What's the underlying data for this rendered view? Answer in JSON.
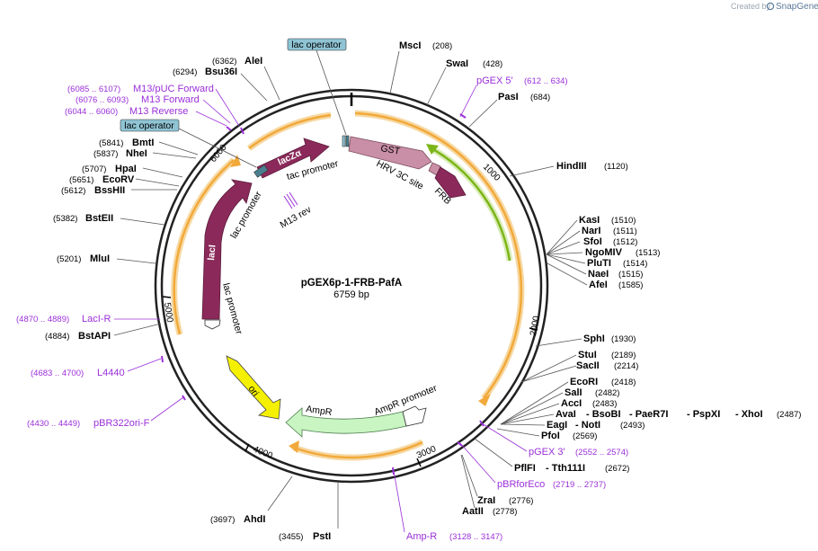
{
  "header": {
    "created_by": "Created by",
    "brand": "SnapGene"
  },
  "plasmid": {
    "name": "pGEX6p-1-FRB-PafA",
    "size": "6759 bp"
  },
  "ticks": [
    "1000",
    "2000",
    "3000",
    "4000",
    "5000",
    "6000"
  ],
  "sites": [
    {
      "name": "MscI",
      "pos": "(208)"
    },
    {
      "name": "SwaI",
      "pos": "(428)"
    },
    {
      "name": "PasI",
      "pos": "(684)"
    },
    {
      "name": "HindIII",
      "pos": "(1120)"
    },
    {
      "name": "KasI",
      "pos": "(1510)"
    },
    {
      "name": "NarI",
      "pos": "(1511)"
    },
    {
      "name": "SfoI",
      "pos": "(1512)"
    },
    {
      "name": "NgoMIV",
      "pos": "(1513)"
    },
    {
      "name": "PluTI",
      "pos": "(1514)"
    },
    {
      "name": "NaeI",
      "pos": "(1515)"
    },
    {
      "name": "AfeI",
      "pos": "(1585)"
    },
    {
      "name": "SphI",
      "pos": "(1930)"
    },
    {
      "name": "StuI",
      "pos": "(2189)"
    },
    {
      "name": "SacII",
      "pos": "(2214)"
    },
    {
      "name": "EcoRI",
      "pos": "(2418)"
    },
    {
      "name": "SalI",
      "pos": "(2482)"
    },
    {
      "name": "AccI",
      "pos": "(2483)"
    },
    {
      "name": "AvaI",
      "pos": ""
    },
    {
      "name": "- BsoBI",
      "pos": ""
    },
    {
      "name": "- PaeR7I",
      "pos": ""
    },
    {
      "name": "- PspXI",
      "pos": ""
    },
    {
      "name": "- XhoI",
      "pos": "(2487)"
    },
    {
      "name": "EagI",
      "pos": ""
    },
    {
      "name": "- NotI",
      "pos": "(2493)"
    },
    {
      "name": "PfoI",
      "pos": "(2569)"
    },
    {
      "name": "PflFI",
      "pos": ""
    },
    {
      "name": "- Tth111I",
      "pos": "(2672)"
    },
    {
      "name": "ZraI",
      "pos": "(2776)"
    },
    {
      "name": "AatII",
      "pos": "(2778)"
    },
    {
      "name": "PstI",
      "pos": "(3455)"
    },
    {
      "name": "AhdI",
      "pos": "(3697)"
    },
    {
      "name": "BstAPI",
      "pos": "(4884)"
    },
    {
      "name": "MluI",
      "pos": "(5201)"
    },
    {
      "name": "BstEII",
      "pos": "(5382)"
    },
    {
      "name": "BssHII",
      "pos": "(5612)"
    },
    {
      "name": "EcoRV",
      "pos": "(5651)"
    },
    {
      "name": "HpaI",
      "pos": "(5707)"
    },
    {
      "name": "NheI",
      "pos": "(5837)"
    },
    {
      "name": "BmtI",
      "pos": "(5841)"
    },
    {
      "name": "Bsu36I",
      "pos": "(6294)"
    },
    {
      "name": "AleI",
      "pos": "(6362)"
    }
  ],
  "primers": [
    {
      "name": "pGEX 5'",
      "pos": "(612 .. 634)"
    },
    {
      "name": "pGEX 3'",
      "pos": "(2552 .. 2574)"
    },
    {
      "name": "pBRforEco",
      "pos": "(2719 .. 2737)"
    },
    {
      "name": "Amp-R",
      "pos": "(3128 .. 3147)"
    },
    {
      "name": "pBR322ori-F",
      "pos": "(4430 .. 4449)"
    },
    {
      "name": "L4440",
      "pos": "(4683 .. 4700)"
    },
    {
      "name": "LacI-R",
      "pos": "(4870 .. 4889)"
    },
    {
      "name": "M13 Reverse",
      "pos": "(6044 .. 6060)"
    },
    {
      "name": "M13 Forward",
      "pos": "(6076 .. 6093)"
    },
    {
      "name": "M13/pUC Forward",
      "pos": "(6085 .. 6107)"
    }
  ],
  "features": {
    "lac_operator_top": "lac operator",
    "lac_operator_left": "lac operator",
    "gst": "GST",
    "hrv": "HRV 3C site",
    "frb": "FRB",
    "lacz": "lacZα",
    "tac_promoter_1": "tac promoter",
    "tac_promoter_2": "tac promoter",
    "lac_promoter_1": "lac promoter",
    "lac_promoter_2": "lac promoter",
    "laci": "lacI",
    "m13rev": "M13 rev",
    "ori": "ori",
    "ampr": "AmpR",
    "ampr_promoter": "AmpR promoter"
  },
  "colors": {
    "backbone": "#222222",
    "orf_arrow": "#f2a93b",
    "green_arrow": "#7cb518",
    "gst": "#c98fa6",
    "frb": "#8b2a5a",
    "laci": "#8b2a5a",
    "ori": "#f5f000",
    "ampr": "#c8f5c2",
    "primer": "#9b30d9",
    "operator": "#8fc4d4"
  }
}
